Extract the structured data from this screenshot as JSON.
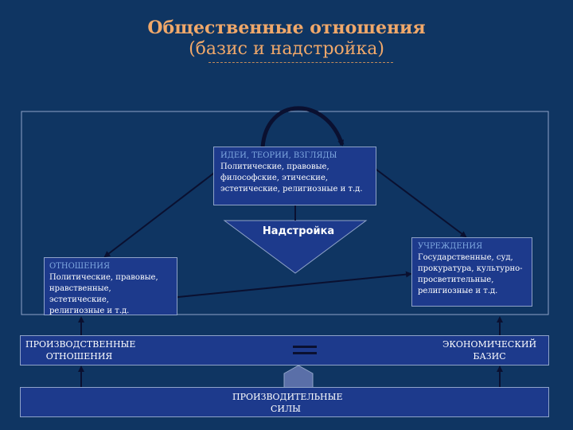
{
  "title": {
    "line1": "Общественные отношения",
    "line2": "(базис и надстройка)"
  },
  "colors": {
    "background": "#0f3562",
    "box_fill": "#1d3a8c",
    "title": "#f0a86a",
    "box_header": "#7fa8e0"
  },
  "ideas": {
    "header": "ИДЕИ, ТЕОРИИ, ВЗГЛЯДЫ",
    "line1": "Политические, правовые,",
    "line2": "философские, этические,",
    "line3": "эстетические, религиозные и т.д."
  },
  "superstructure": {
    "label": "Надстройка"
  },
  "relations": {
    "header": "ОТНОШЕНИЯ",
    "line1": "Политические, правовые,",
    "line2": "нравственные, эстетические,",
    "line3": "религиозные и т.д."
  },
  "institutions": {
    "header": "УЧРЕЖДЕНИЯ",
    "line1": "Государственные, суд,",
    "line2": "прокуратура, культурно-",
    "line3": "просветительные,",
    "line4": "религиозные и т.д."
  },
  "production_relations": {
    "line1": "ПРОИЗВОДСТВЕННЫЕ",
    "line2": "ОТНОШЕНИЯ"
  },
  "economic_basis": {
    "line1": "ЭКОНОМИЧЕСКИЙ",
    "line2": "БАЗИС"
  },
  "productive_forces": {
    "line1": "ПРОИЗВОДИТЕЛЬНЫЕ",
    "line2": "СИЛЫ"
  }
}
